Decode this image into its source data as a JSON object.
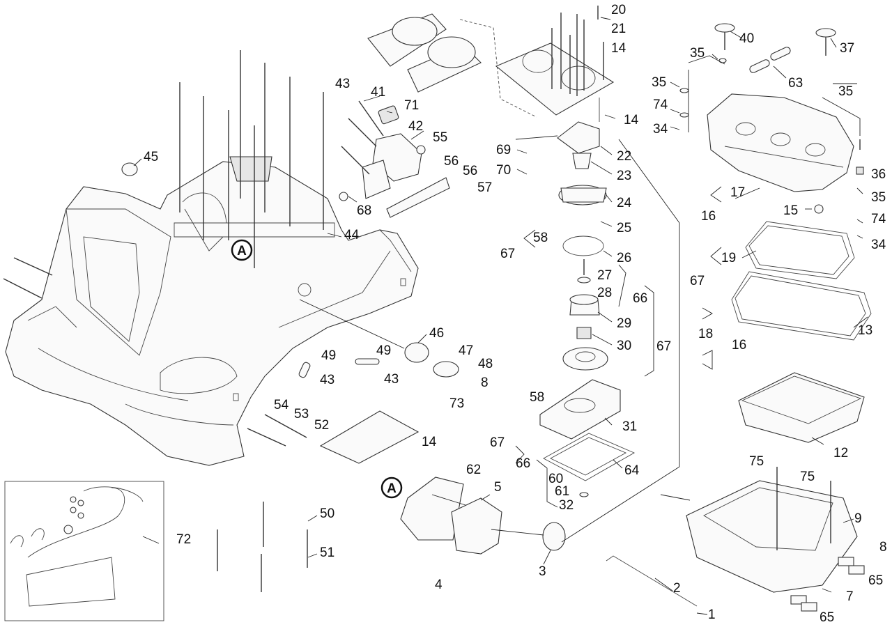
{
  "diagram": {
    "type": "exploded-parts-view",
    "callouts": [
      {
        "id": "c20",
        "text": "20"
      },
      {
        "id": "c21",
        "text": "21"
      },
      {
        "id": "c14a",
        "text": "14"
      },
      {
        "id": "c14b",
        "text": "14"
      },
      {
        "id": "c22",
        "text": "22"
      },
      {
        "id": "c69",
        "text": "69"
      },
      {
        "id": "c70",
        "text": "70"
      },
      {
        "id": "c23",
        "text": "23"
      },
      {
        "id": "c24",
        "text": "24"
      },
      {
        "id": "c25",
        "text": "25"
      },
      {
        "id": "c58a",
        "text": "58"
      },
      {
        "id": "c67a",
        "text": "67"
      },
      {
        "id": "c26",
        "text": "26"
      },
      {
        "id": "c27",
        "text": "27"
      },
      {
        "id": "c28",
        "text": "28"
      },
      {
        "id": "c66a",
        "text": "66"
      },
      {
        "id": "c29",
        "text": "29"
      },
      {
        "id": "c67b",
        "text": "67"
      },
      {
        "id": "c30",
        "text": "30"
      },
      {
        "id": "c58b",
        "text": "58"
      },
      {
        "id": "c31",
        "text": "31"
      },
      {
        "id": "c64",
        "text": "64"
      },
      {
        "id": "c67c",
        "text": "67"
      },
      {
        "id": "c66b",
        "text": "66"
      },
      {
        "id": "c60",
        "text": "60"
      },
      {
        "id": "c61",
        "text": "61"
      },
      {
        "id": "c32",
        "text": "32"
      },
      {
        "id": "c40",
        "text": "40"
      },
      {
        "id": "c37",
        "text": "37"
      },
      {
        "id": "c35a",
        "text": "35"
      },
      {
        "id": "c63",
        "text": "63"
      },
      {
        "id": "c35b",
        "text": "35"
      },
      {
        "id": "c35c",
        "text": "35"
      },
      {
        "id": "c74a",
        "text": "74"
      },
      {
        "id": "c34a",
        "text": "34"
      },
      {
        "id": "c36",
        "text": "36"
      },
      {
        "id": "c35d",
        "text": "35"
      },
      {
        "id": "c17",
        "text": "17"
      },
      {
        "id": "c16a",
        "text": "16"
      },
      {
        "id": "c15",
        "text": "15"
      },
      {
        "id": "c74b",
        "text": "74"
      },
      {
        "id": "c34b",
        "text": "34"
      },
      {
        "id": "c19",
        "text": "19"
      },
      {
        "id": "c67d",
        "text": "67"
      },
      {
        "id": "c13",
        "text": "13"
      },
      {
        "id": "c18",
        "text": "18"
      },
      {
        "id": "c16b",
        "text": "16"
      },
      {
        "id": "c12",
        "text": "12"
      },
      {
        "id": "c75a",
        "text": "75"
      },
      {
        "id": "c75b",
        "text": "75"
      },
      {
        "id": "c9",
        "text": "9"
      },
      {
        "id": "c8a",
        "text": "8"
      },
      {
        "id": "c65a",
        "text": "65"
      },
      {
        "id": "c7",
        "text": "7"
      },
      {
        "id": "c65b",
        "text": "65"
      },
      {
        "id": "c2",
        "text": "2"
      },
      {
        "id": "c1",
        "text": "1"
      },
      {
        "id": "c43a",
        "text": "43"
      },
      {
        "id": "c41",
        "text": "41"
      },
      {
        "id": "c71",
        "text": "71"
      },
      {
        "id": "c42",
        "text": "42"
      },
      {
        "id": "c55",
        "text": "55"
      },
      {
        "id": "c56a",
        "text": "56"
      },
      {
        "id": "c56b",
        "text": "56"
      },
      {
        "id": "c57",
        "text": "57"
      },
      {
        "id": "c68",
        "text": "68"
      },
      {
        "id": "c45",
        "text": "45"
      },
      {
        "id": "c44",
        "text": "44"
      },
      {
        "id": "c46",
        "text": "46"
      },
      {
        "id": "c47",
        "text": "47"
      },
      {
        "id": "c48",
        "text": "48"
      },
      {
        "id": "c8b",
        "text": "8"
      },
      {
        "id": "c73",
        "text": "73"
      },
      {
        "id": "c49a",
        "text": "49"
      },
      {
        "id": "c43b",
        "text": "43"
      },
      {
        "id": "c49b",
        "text": "49"
      },
      {
        "id": "c43c",
        "text": "43"
      },
      {
        "id": "c54",
        "text": "54"
      },
      {
        "id": "c53",
        "text": "53"
      },
      {
        "id": "c52",
        "text": "52"
      },
      {
        "id": "c14c",
        "text": "14"
      },
      {
        "id": "c62",
        "text": "62"
      },
      {
        "id": "c5",
        "text": "5"
      },
      {
        "id": "c3",
        "text": "3"
      },
      {
        "id": "c4",
        "text": "4"
      },
      {
        "id": "c50",
        "text": "50"
      },
      {
        "id": "c51",
        "text": "51"
      },
      {
        "id": "c72",
        "text": "72"
      }
    ],
    "markers": [
      {
        "id": "mA1",
        "text": "A"
      },
      {
        "id": "mA2",
        "text": "A"
      }
    ]
  }
}
